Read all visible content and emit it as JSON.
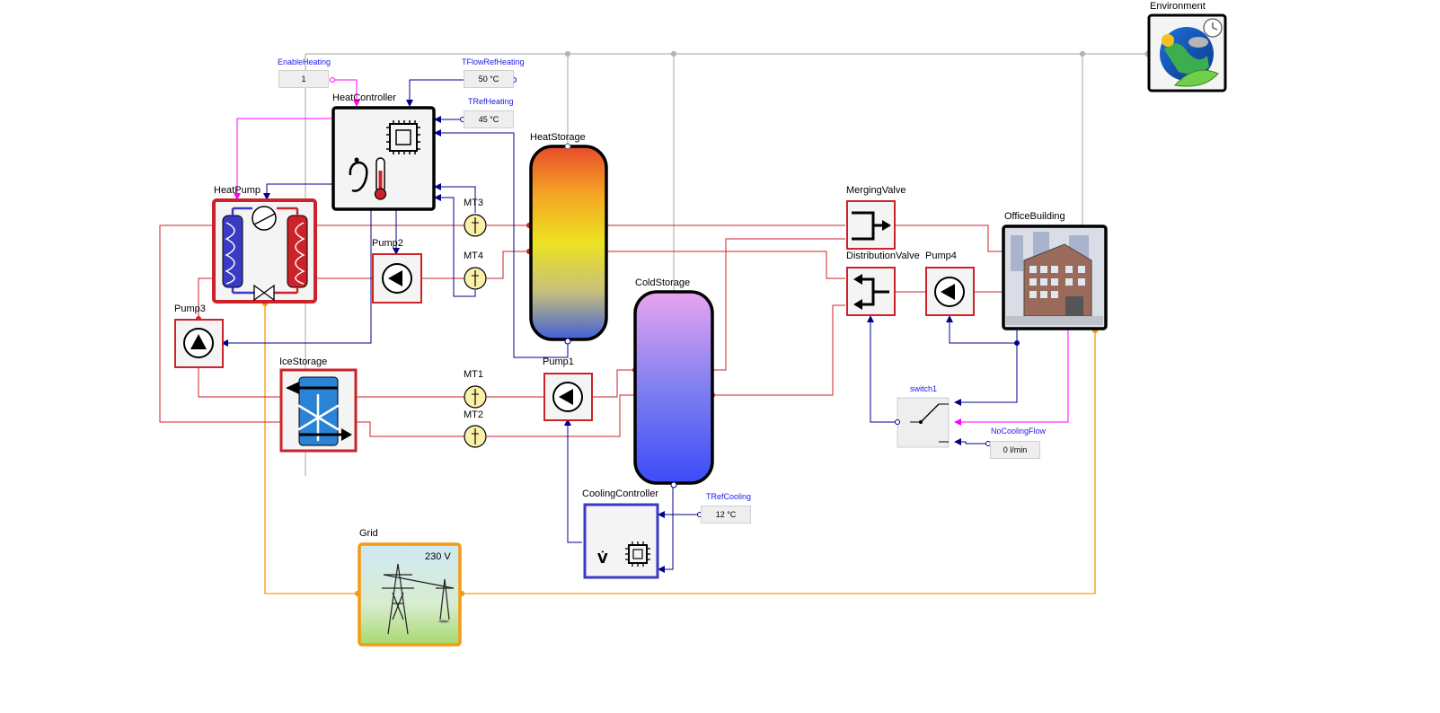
{
  "components": {
    "environment": "Environment",
    "enable_heating": "EnableHeating",
    "tflow_ref_heating": "TFlowRefHeating",
    "heat_controller": "HeatController",
    "tref_heating": "TRefHeating",
    "heat_storage": "HeatStorage",
    "heat_pump": "HeatPump",
    "mt3": "MT3",
    "mt4": "MT4",
    "pump2": "Pump2",
    "pump3": "Pump3",
    "ice_storage": "IceStorage",
    "mt1": "MT1",
    "mt2": "MT2",
    "pump1": "Pump1",
    "cold_storage": "ColdStorage",
    "merging_valve": "MergingValve",
    "distribution_valve": "DistributionValve",
    "pump4": "Pump4",
    "office_building": "OfficeBuilding",
    "switch1": "switch1",
    "no_cooling_flow": "NoCoolingFlow",
    "cooling_controller": "CoolingController",
    "tref_cooling": "TRefCooling",
    "grid": "Grid"
  },
  "values": {
    "enable_heating": "1",
    "tflow_ref_heating": "50 °C",
    "tref_heating": "45 °C",
    "no_cooling_flow": "0 l/min",
    "tref_cooling": "12 °C",
    "grid_voltage": "230 V"
  },
  "colors": {
    "fluid": "#cc2229",
    "signal_real": "#00008b",
    "signal_bool": "#ff00ff",
    "electric": "#f39c12",
    "bus": "#b4b4b4",
    "cooling_border": "#3a3ac4"
  }
}
